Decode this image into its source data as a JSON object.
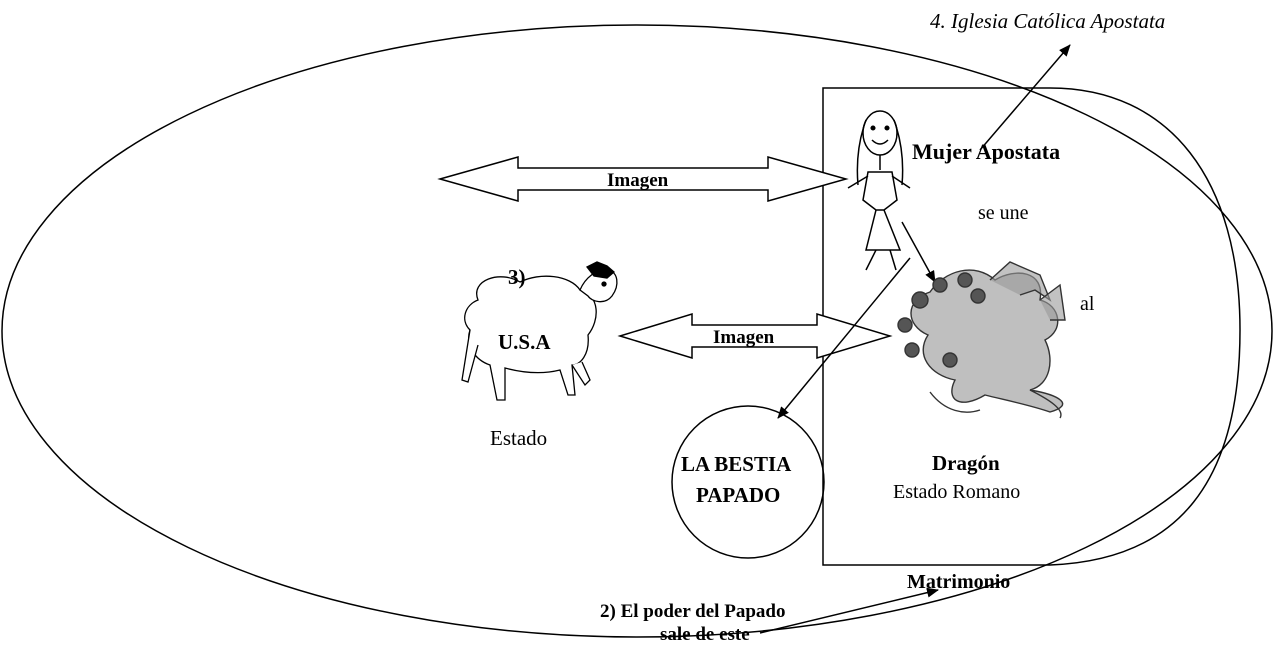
{
  "labels": {
    "church": "4. Iglesia Católica Apostata",
    "woman": "Mujer Apostata",
    "joins": "se une",
    "to": "al",
    "image_top": "Imagen",
    "image_bottom": "Imagen",
    "number_3": "3)",
    "usa": "U.S.A",
    "state": "Estado",
    "beast_line1": "LA BESTIA",
    "beast_line2": "PAPADO",
    "dragon": "Dragón",
    "roman_state": "Estado Romano",
    "marriage": "Matrimonio",
    "power_line1": "2) El poder del Papado",
    "power_line2": "sale de este"
  }
}
